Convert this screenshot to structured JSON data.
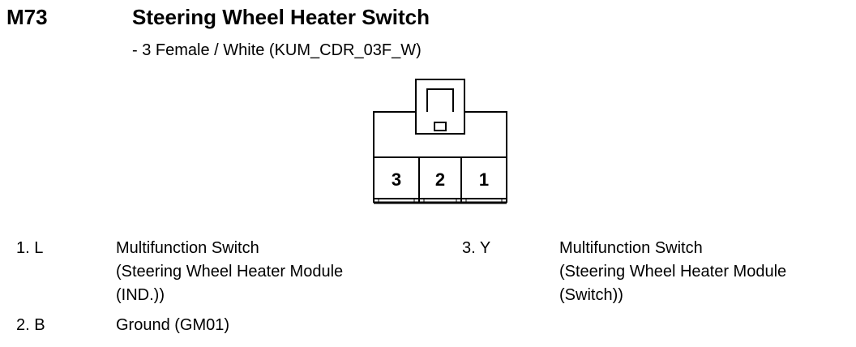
{
  "header": {
    "code": "M73",
    "title": "Steering  Wheel Heater Switch",
    "subtitle": "- 3 Female / White (KUM_CDR_03F_W)"
  },
  "connector": {
    "pins": [
      "3",
      "2",
      "1"
    ]
  },
  "pinout": [
    {
      "label": "1. L",
      "lines": [
        "Multifunction Switch",
        "(Steering  Wheel Heater Module",
        "(IND.))"
      ]
    },
    {
      "label": "2. B",
      "lines": [
        "Ground (GM01)"
      ]
    },
    {
      "label": "3. Y",
      "lines": [
        "Multifunction Switch",
        "(Steering  Wheel Heater Module",
        "(Switch))"
      ]
    }
  ]
}
